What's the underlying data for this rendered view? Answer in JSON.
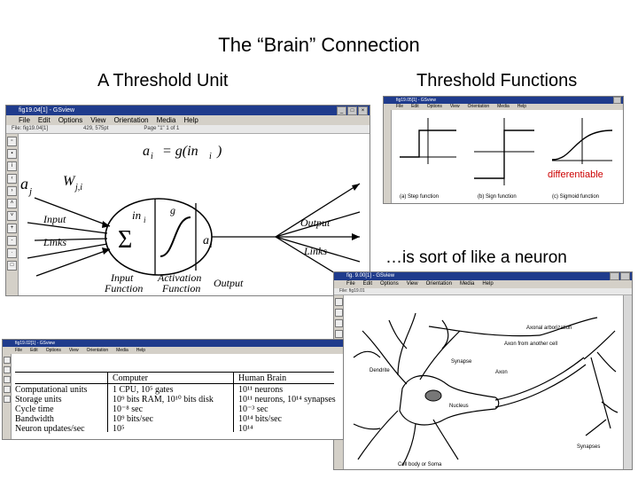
{
  "slide": {
    "title": "The “Brain” Connection",
    "label_threshold_unit": "A Threshold Unit",
    "label_threshold_functions": "Threshold Functions",
    "label_neuron": "…is sort of like a neuron",
    "label_differentiable": "differentiable"
  },
  "gsview_window_title": "fig19.04[1] - GSview",
  "gsview_menus": [
    "File",
    "Edit",
    "Options",
    "View",
    "Orientation",
    "Media",
    "Help"
  ],
  "threshold_unit_window": {
    "status_file": "File: fig19.04[1]",
    "status_coords": "429, 575pt",
    "status_page": "Page \"1\" 1 of 1",
    "diagram": {
      "eq_a": "a",
      "eq_i": "i",
      "eq_eq": "=  g(in",
      "eq_in_i": "i",
      "eq_close": ")",
      "a_j": "a",
      "a_j_sub": "j",
      "w": "W",
      "w_sub": "j,i",
      "input": "Input",
      "links_left": "Links",
      "sigma": "Σ",
      "in": "in",
      "in_sub": "i",
      "g": "g",
      "a_out": "a",
      "a_out_sub": "i",
      "output": "Output",
      "links_right": "Links",
      "input_function_1": "Input",
      "input_function_2": "Function",
      "activation_function_1": "Activation",
      "activation_function_2": "Function",
      "output_bottom": "Output"
    }
  },
  "threshold_functions_window": {
    "window_title": "fig19.05[1] - GSview",
    "menus": [
      "File",
      "Edit",
      "Options",
      "View",
      "Orientation",
      "Media",
      "Help"
    ],
    "caption_step": "(a) Step function",
    "caption_sign": "(b) Sign function",
    "caption_sigmoid": "(c) Sigmoid function"
  },
  "neuron_window": {
    "window_title": "fig. 9.00[1] - GSview",
    "menus": [
      "File",
      "Edit",
      "Options",
      "View",
      "Orientation",
      "Media",
      "Help"
    ],
    "status_file": "File: fig19.01",
    "labels": {
      "axonal_arborization": "Axonal arborization",
      "axon_from_another_cell": "Axon from another cell",
      "synapse": "Synapse",
      "dendrite": "Dendrite",
      "axon": "Axon",
      "nucleus": "Nucleus",
      "synapses": "Synapses",
      "cell_body": "Cell body or Soma"
    }
  },
  "comparison_window": {
    "window_title": "fig19.02[1] - GSview",
    "menus": [
      "File",
      "Edit",
      "Options",
      "View",
      "Orientation",
      "Media",
      "Help"
    ],
    "headers": [
      "",
      "Computer",
      "Human Brain"
    ],
    "rows": [
      [
        "Computational units",
        "1 CPU, 10⁵ gates",
        "10¹¹ neurons"
      ],
      [
        "Storage units",
        "10⁹ bits RAM, 10¹⁰ bits disk",
        "10¹¹ neurons, 10¹⁴ synapses"
      ],
      [
        "Cycle time",
        "10⁻⁸ sec",
        "10⁻³ sec"
      ],
      [
        "Bandwidth",
        "10⁹ bits/sec",
        "10¹⁴ bits/sec"
      ],
      [
        "Neuron updates/sec",
        "10⁵",
        "10¹⁴"
      ]
    ]
  },
  "colors": {
    "titlebar": "#1f3b8c",
    "differentiable": "#cc0000"
  },
  "icons": [
    "close-icon",
    "minimize-icon",
    "maximize-icon",
    "app-icon"
  ]
}
